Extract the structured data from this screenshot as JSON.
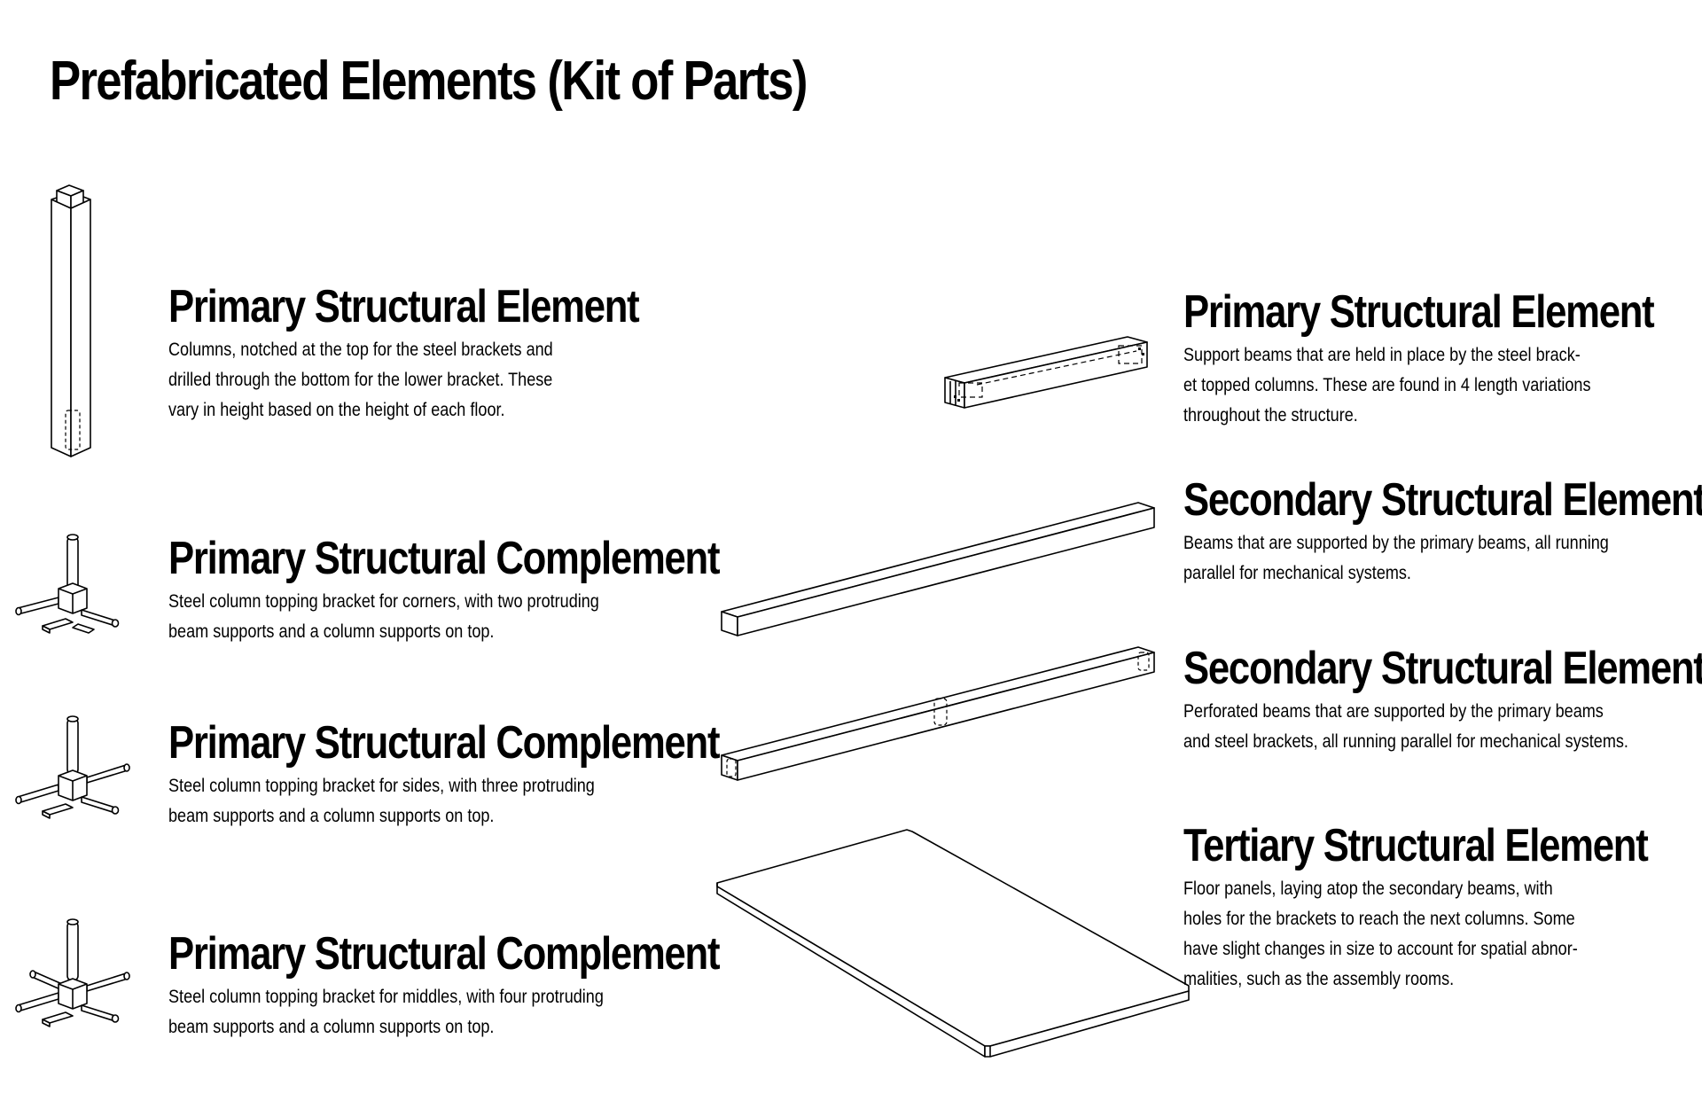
{
  "title": "Prefabricated Elements (Kit of Parts)",
  "elements": [
    {
      "heading": "Primary Structural Element",
      "lines": [
        "Columns, notched at the top for the steel brackets and",
        "drilled through the bottom for the lower bracket. These",
        "vary in height based on the height of each floor."
      ],
      "icon": "column-icon"
    },
    {
      "heading": "Primary Structural Complement",
      "lines": [
        "Steel column topping bracket for corners, with two protruding",
        "beam supports and a column supports on top."
      ],
      "icon": "corner-bracket-icon"
    },
    {
      "heading": "Primary Structural Complement",
      "lines": [
        "Steel column topping bracket for sides, with three protruding",
        "beam supports and a column supports on top."
      ],
      "icon": "side-bracket-icon"
    },
    {
      "heading": "Primary Structural Complement",
      "lines": [
        "Steel column topping bracket for middles, with four protruding",
        "beam supports and a column supports on top."
      ],
      "icon": "middle-bracket-icon"
    },
    {
      "heading": "Primary Structural Element",
      "lines": [
        "Support beams that are held in place by the steel brack-",
        "et topped columns. These are found in 4 length variations",
        "throughout the structure."
      ],
      "icon": "primary-beam-icon"
    },
    {
      "heading": "Secondary Structural Element",
      "lines": [
        "Beams that are supported by the primary beams, all running",
        "parallel for mechanical systems."
      ],
      "icon": "secondary-beam-icon"
    },
    {
      "heading": "Secondary Structural Element",
      "lines": [
        "Perforated beams that are supported by the primary beams",
        "and steel brackets, all running parallel for mechanical systems."
      ],
      "icon": "perforated-beam-icon"
    },
    {
      "heading": "Tertiary Structural Element",
      "lines": [
        "Floor panels, laying atop the secondary beams, with",
        "holes for the brackets to reach the next columns. Some",
        "have slight changes in size to account for spatial abnor-",
        "malities, such as the assembly rooms."
      ],
      "icon": "floor-panel-icon"
    }
  ]
}
